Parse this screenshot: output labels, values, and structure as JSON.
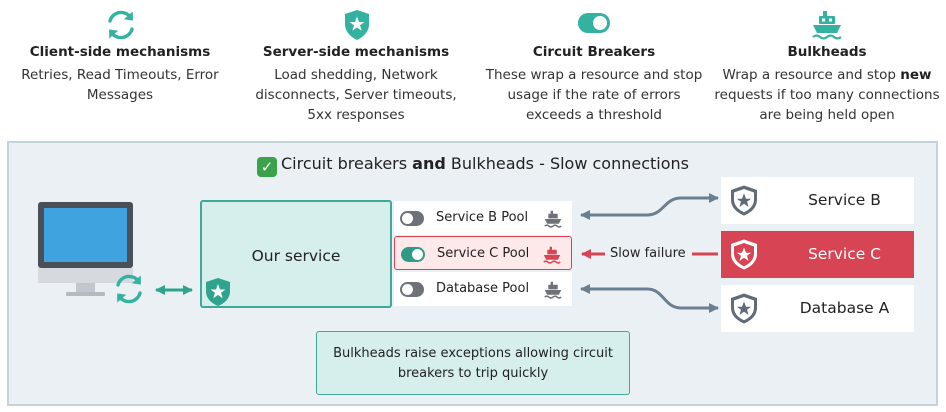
{
  "legend": [
    {
      "icon": "refresh-icon",
      "title": "Client-side mechanisms",
      "text": "Retries, Read Timeouts, Error Messages"
    },
    {
      "icon": "shield-star-icon",
      "title": "Server-side mechanisms",
      "text": "Load shedding, Network disconnects, Server timeouts, 5xx responses"
    },
    {
      "icon": "toggle-switch-icon",
      "title": "Circuit Breakers",
      "text": "These wrap a resource and stop usage if the rate of errors exceeds a threshold"
    },
    {
      "icon": "ship-icon",
      "title": "Bulkheads",
      "text_before": "Wrap a resource and stop ",
      "text_bold": "new",
      "text_after": " requests if too many connections are being held open"
    }
  ],
  "panel": {
    "title_before": "Circuit breakers ",
    "title_bold": "and",
    "title_after": " Bulkheads - Slow connections"
  },
  "our_service": {
    "label": "Our service"
  },
  "pools": [
    {
      "label": "Service B Pool",
      "state": "closed"
    },
    {
      "label": "Service C Pool",
      "state": "open"
    },
    {
      "label": "Database Pool",
      "state": "closed"
    }
  ],
  "services": [
    {
      "label": "Service B",
      "status": "ok"
    },
    {
      "label": "Service C",
      "status": "failing"
    },
    {
      "label": "Database A",
      "status": "ok"
    }
  ],
  "failure_label": "Slow failure",
  "callout": "Bulkheads raise exceptions allowing circuit breakers to trip quickly",
  "colors": {
    "teal": "#3fa89b",
    "teal_fill": "#d6efec",
    "red": "#d74454",
    "gray": "#6e7177",
    "arrow": "#6b7f92",
    "panel_bg": "#eaf0f3"
  }
}
